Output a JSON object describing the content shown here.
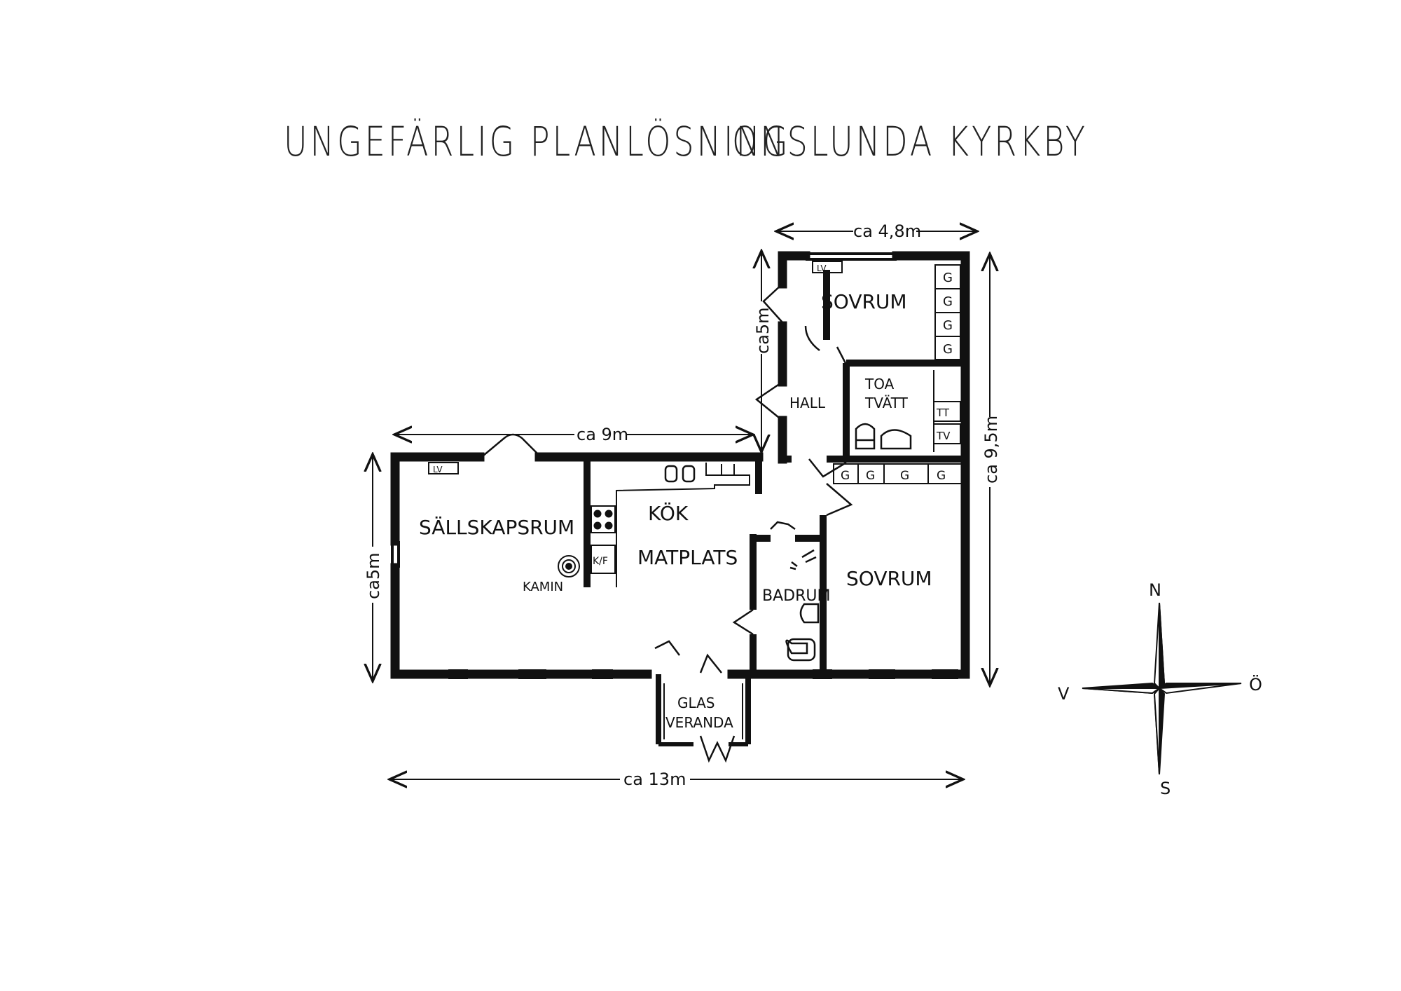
{
  "title": {
    "left": "UNGEFÄRLIG PLANLÖSNING",
    "right": "ONSLUNDA KYRKBY"
  },
  "rooms": {
    "sallskapsrum": "SÄLLSKAPSRUM",
    "kok": "KÖK",
    "matplats": "MATPLATS",
    "kamin": "KAMIN",
    "sovrum_top": "SOVRUM",
    "sovrum_bottom": "SOVRUM",
    "hall": "HALL",
    "toa": "TOA",
    "tvatt": "TVÄTT",
    "badrum": "BADRUM",
    "glas": "GLAS",
    "veranda": "VERANDA"
  },
  "fixtures": {
    "lv": "LV",
    "wardrobe": "G",
    "tt": "TT",
    "tv": "TV",
    "kf": "K/F"
  },
  "dimensions": {
    "top_width": "ca 4,8m",
    "mid_width": "ca 9m",
    "total_width": "ca 13m",
    "left_height": "ca5m",
    "wing_height": "ca5m",
    "total_height": "ca 9,5m"
  },
  "compass": {
    "north": "N",
    "south": "S",
    "west": "V",
    "east": "Ö"
  }
}
